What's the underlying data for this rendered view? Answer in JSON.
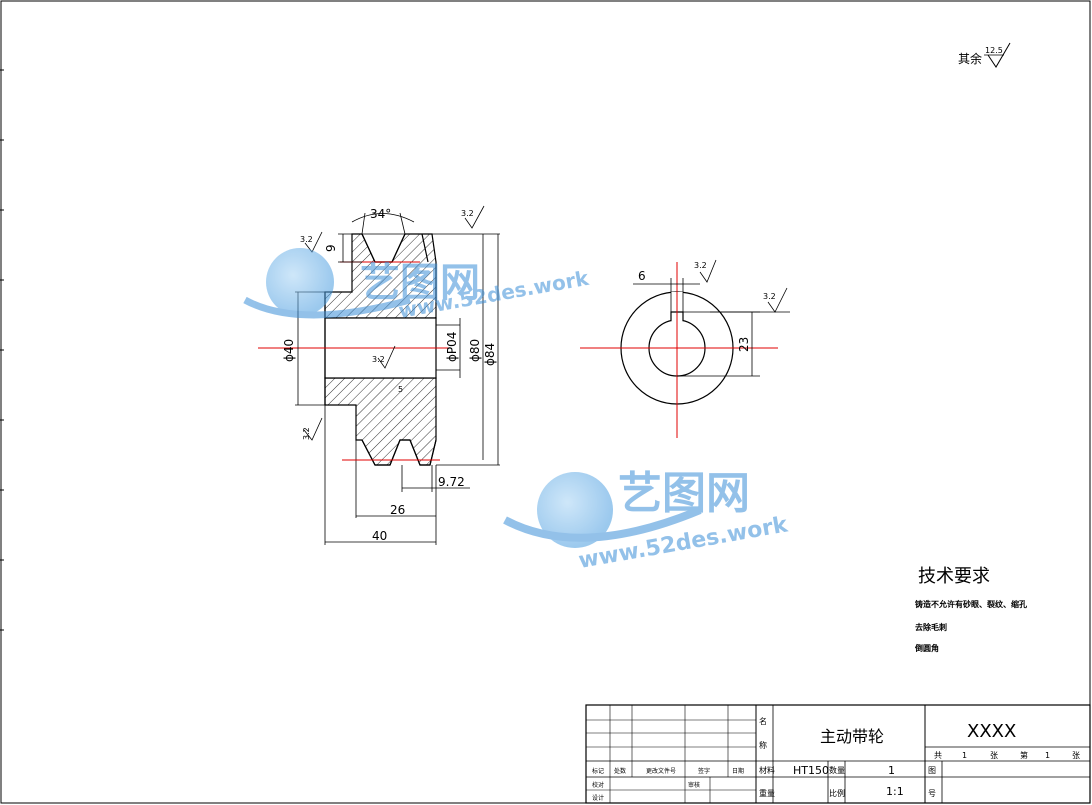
{
  "surface_note": {
    "label": "其余",
    "roughness": "12.5"
  },
  "dimensions": {
    "groove_angle": "34°",
    "groove_depth": "9",
    "bore_dia": "ϕ40",
    "pitch_dia": "ϕ80",
    "outer_dia": "ϕ84",
    "hub_dia": "ϕP04",
    "hub_width": "26",
    "total_width": "40",
    "groove_pitch": "9.72",
    "keyway_width": "6",
    "keyway_depth": "23",
    "roughness_32": "3.2",
    "roughness_32b": "3.2",
    "roughness_32c": "3.2",
    "roughness_32d": "3.2",
    "roughness_32e": "3.2",
    "roughness_32f": "3.2",
    "section_mark": "5"
  },
  "watermark": {
    "title": "艺图网",
    "url": "www.52des.work"
  },
  "tech_requirements": {
    "title": "技术要求",
    "items": [
      "铸造不允许有砂眼、裂纹、缩孔",
      "去除毛刺",
      "倒圆角"
    ]
  },
  "title_block": {
    "name_label": "名称",
    "part_name": "主动带轮",
    "code": "XXXX",
    "total_label": "共",
    "total_count": "1",
    "sheet_unit": "张",
    "page_label": "第",
    "page_num": "1",
    "page_unit": "张",
    "material_label": "材料",
    "material": "HT150",
    "qty_label": "数量",
    "qty": "1",
    "weight_label": "重量",
    "scale_label": "比例",
    "scale": "1:1",
    "drawing_label": "图号",
    "rev_headers": [
      "标记",
      "处数",
      "更改文件号",
      "签字",
      "日期"
    ],
    "design_label": "设计",
    "check_label": "审核",
    "verify_label": "校对"
  }
}
